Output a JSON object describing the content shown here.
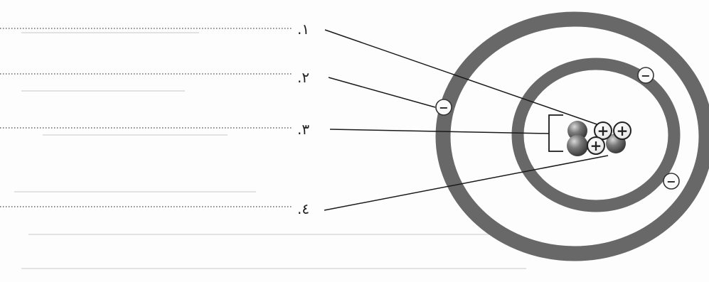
{
  "labels": [
    {
      "number": ".١"
    },
    {
      "number": ".٢"
    },
    {
      "number": ".٣"
    },
    {
      "number": ".٤"
    }
  ],
  "charges": {
    "proton": "+",
    "electron": "−"
  },
  "colors": {
    "orbit": "#686868",
    "neutron": "#6a6a6a",
    "line": "#1a1a1a",
    "dotted": "#444444"
  }
}
